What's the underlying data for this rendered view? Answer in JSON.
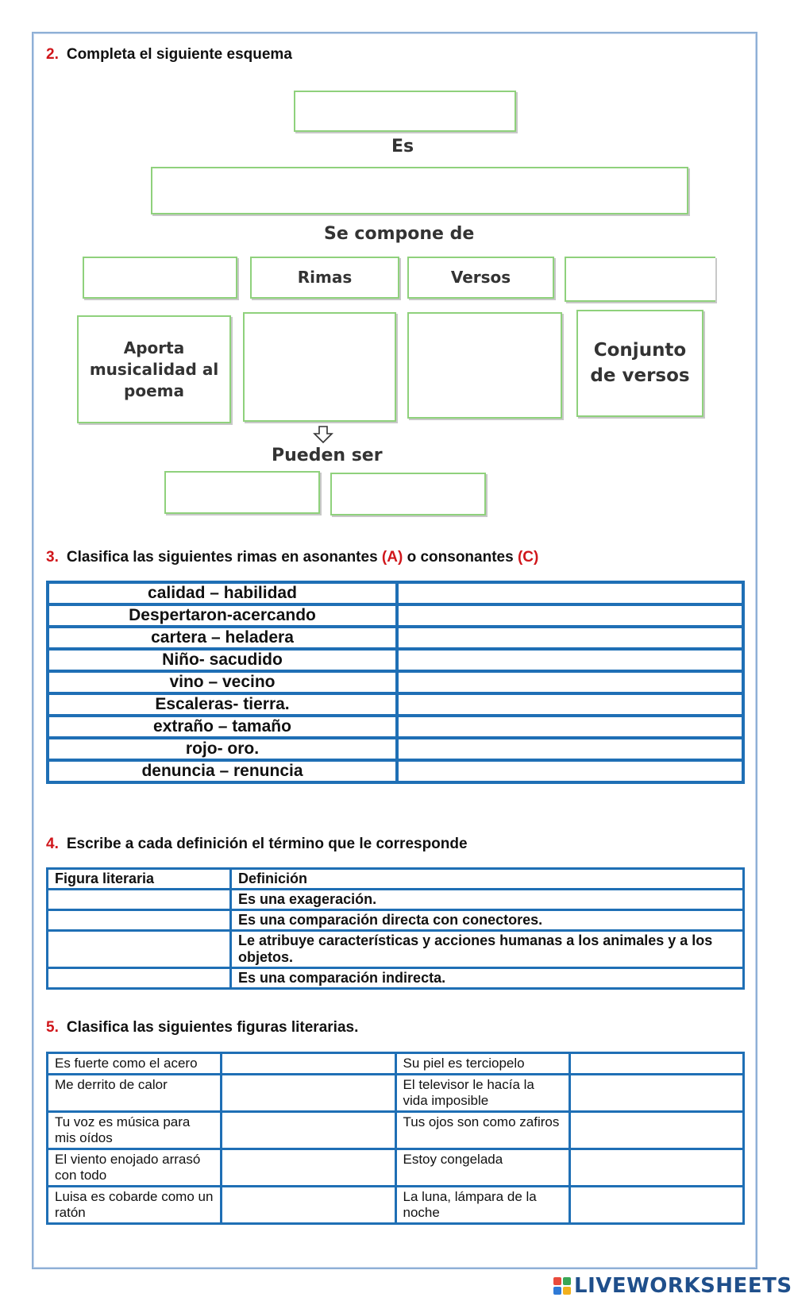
{
  "q2": {
    "number": "2.",
    "title": "Completa el siguiente esquema"
  },
  "scheme": {
    "es": "Es",
    "se_compone": "Se compone de",
    "rimas": "Rimas",
    "versos": "Versos",
    "aporta": "Aporta musicalidad al poema",
    "conjunto": "Conjunto de versos",
    "pueden_ser": "Pueden ser",
    "arrow_icon": "down-arrow-icon"
  },
  "q3": {
    "number": "3.",
    "title_a": "Clasifica las siguientes rimas en asonantes ",
    "title_b": "(A)",
    "title_c": " o consonantes ",
    "title_d": "(C)",
    "rows": [
      "calidad – habilidad",
      "Despertaron-acercando",
      "cartera – heladera",
      "Niño-  sacudido",
      "vino – vecino",
      "Escaleras- tierra.",
      "extraño – tamaño",
      "rojo- oro.",
      "denuncia – renuncia"
    ]
  },
  "q4": {
    "number": "4.",
    "title": "Escribe a cada definición el término que le corresponde",
    "header_col1": "Figura literaria",
    "header_col2": "Definición",
    "definitions": [
      "Es una exageración.",
      "Es una comparación directa con conectores.",
      "Le atribuye características y acciones humanas a los animales y a los objetos.",
      "Es una comparación indirecta."
    ]
  },
  "q5": {
    "number": "5.",
    "title": "Clasifica las siguientes figuras literarias.",
    "left": [
      "Es fuerte como el acero",
      "Me derrito de calor",
      "Tu voz es música para mis oídos",
      "El viento enojado arrasó con todo",
      "Luisa es cobarde como un ratón"
    ],
    "right": [
      "Su piel es terciopelo",
      "El televisor le hacía la vida imposible",
      "Tus ojos son como zafiros",
      "Estoy congelada",
      "La luna, lámpara de la noche"
    ]
  },
  "brand": {
    "name": "LIVEWORKSHEETS",
    "colors": [
      "#e94b3c",
      "#3aa655",
      "#2f7ad6",
      "#f2b01e"
    ]
  }
}
